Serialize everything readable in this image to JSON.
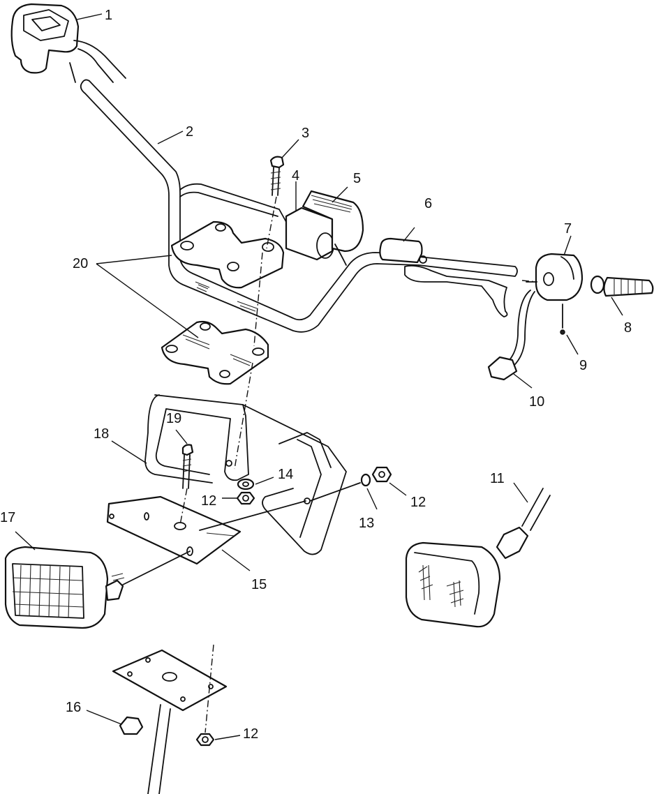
{
  "diagram": {
    "callouts": [
      {
        "id": "c1",
        "label": "1"
      },
      {
        "id": "c2",
        "label": "2"
      },
      {
        "id": "c3",
        "label": "3"
      },
      {
        "id": "c4",
        "label": "4"
      },
      {
        "id": "c5",
        "label": "5"
      },
      {
        "id": "c6",
        "label": "6"
      },
      {
        "id": "c7",
        "label": "7"
      },
      {
        "id": "c8",
        "label": "8"
      },
      {
        "id": "c9",
        "label": "9"
      },
      {
        "id": "c10",
        "label": "10"
      },
      {
        "id": "c11",
        "label": "11"
      },
      {
        "id": "c12a",
        "label": "12"
      },
      {
        "id": "c12b",
        "label": "12"
      },
      {
        "id": "c12c",
        "label": "12"
      },
      {
        "id": "c13",
        "label": "13"
      },
      {
        "id": "c14",
        "label": "14"
      },
      {
        "id": "c15",
        "label": "15"
      },
      {
        "id": "c16",
        "label": "16"
      },
      {
        "id": "c17",
        "label": "17"
      },
      {
        "id": "c18",
        "label": "18"
      },
      {
        "id": "c19",
        "label": "19"
      },
      {
        "id": "c20",
        "label": "20"
      }
    ]
  }
}
